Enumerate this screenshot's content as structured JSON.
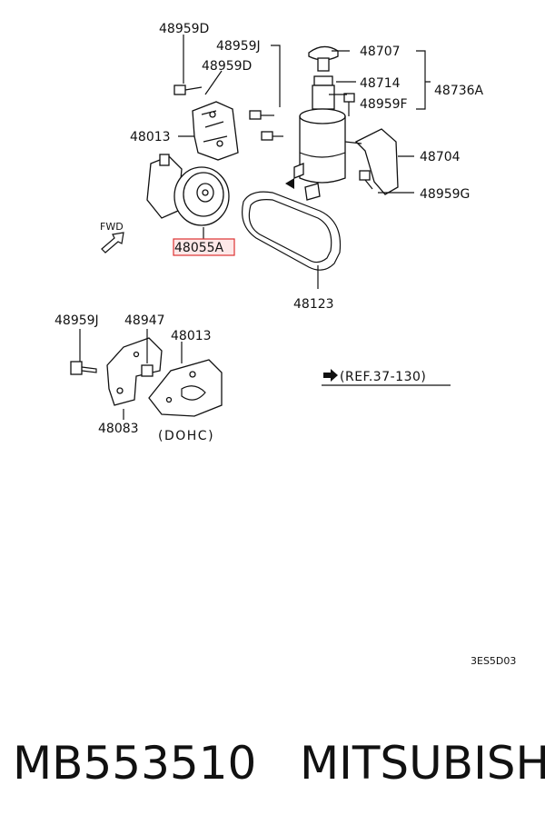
{
  "diagram": {
    "labels": {
      "p48959D_top": "48959D",
      "p48959J_top": "48959J",
      "p48959D_mid": "48959D",
      "p48707": "48707",
      "p48714": "48714",
      "p48736A": "48736A",
      "p48959F": "48959F",
      "p48013_top": "48013",
      "p48704": "48704",
      "p48959G": "48959G",
      "fwd": "FWD",
      "p48055A": "48055A",
      "p48123": "48123",
      "p48959J_bot": "48959J",
      "p48947": "48947",
      "p48013_bot": "48013",
      "p48083": "48083",
      "dohc": "(DOHC)",
      "ref": "(REF.37-130)",
      "code": "3ES5D03"
    },
    "highlight_color": "#d33333"
  },
  "footer": {
    "part_number": "MB553510",
    "brand": "MITSUBISHI"
  }
}
